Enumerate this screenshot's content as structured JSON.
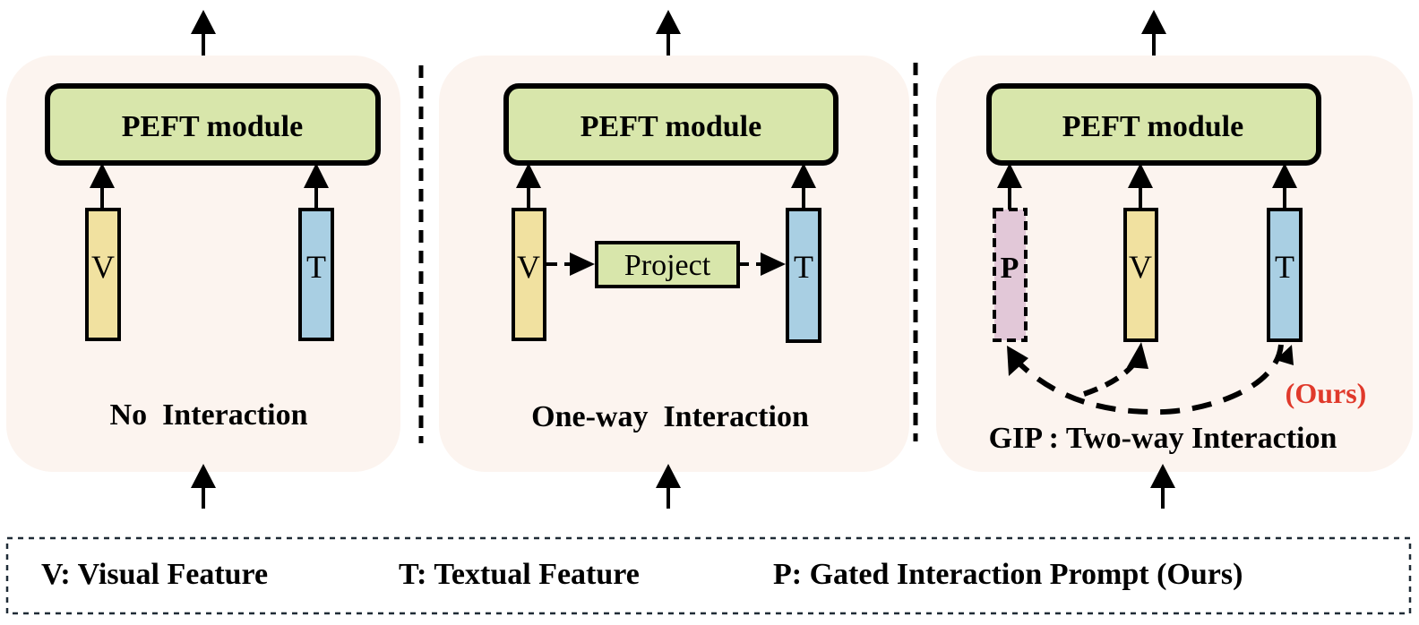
{
  "panels": [
    {
      "id": "no-interaction",
      "module_label": "PEFT module",
      "caption": "No  Interaction",
      "features": [
        {
          "letter": "V",
          "kind": "visual"
        },
        {
          "letter": "T",
          "kind": "textual"
        }
      ]
    },
    {
      "id": "one-way",
      "module_label": "PEFT module",
      "caption": "One-way  Interaction",
      "project_label": "Project",
      "features": [
        {
          "letter": "V",
          "kind": "visual"
        },
        {
          "letter": "T",
          "kind": "textual"
        }
      ]
    },
    {
      "id": "two-way",
      "module_label": "PEFT module",
      "caption": "GIP : Two-way Interaction",
      "ours_tag": "(Ours)",
      "features": [
        {
          "letter": "P",
          "kind": "prompt"
        },
        {
          "letter": "V",
          "kind": "visual"
        },
        {
          "letter": "T",
          "kind": "textual"
        }
      ]
    }
  ],
  "legend": [
    "V: Visual Feature",
    "T: Textual Feature",
    "P: Gated Interaction Prompt (Ours)"
  ],
  "colors": {
    "panel_bg": "#fcf4ef",
    "module_fill": "#d8e6ab",
    "visual_fill": "#f1e1a0",
    "textual_fill": "#a9cfe3",
    "prompt_fill": "#e2c8d8",
    "ours_red": "#e0392b"
  }
}
